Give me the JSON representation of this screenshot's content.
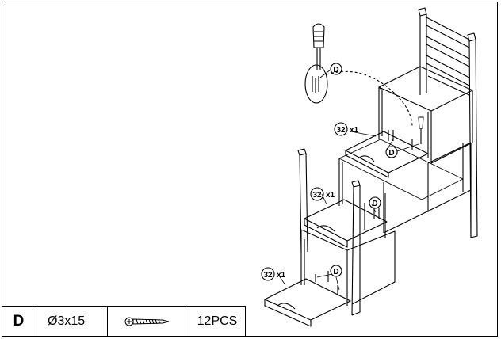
{
  "callouts": {
    "screw_letter": "D",
    "part_number": "32",
    "part_qty": "x1"
  },
  "parts_table": {
    "letter": "D",
    "size": "Ø3x15",
    "screw_icon": "screw-icon",
    "quantity": "12PCS"
  },
  "colors": {
    "line": "#000000",
    "background": "#ffffff"
  }
}
